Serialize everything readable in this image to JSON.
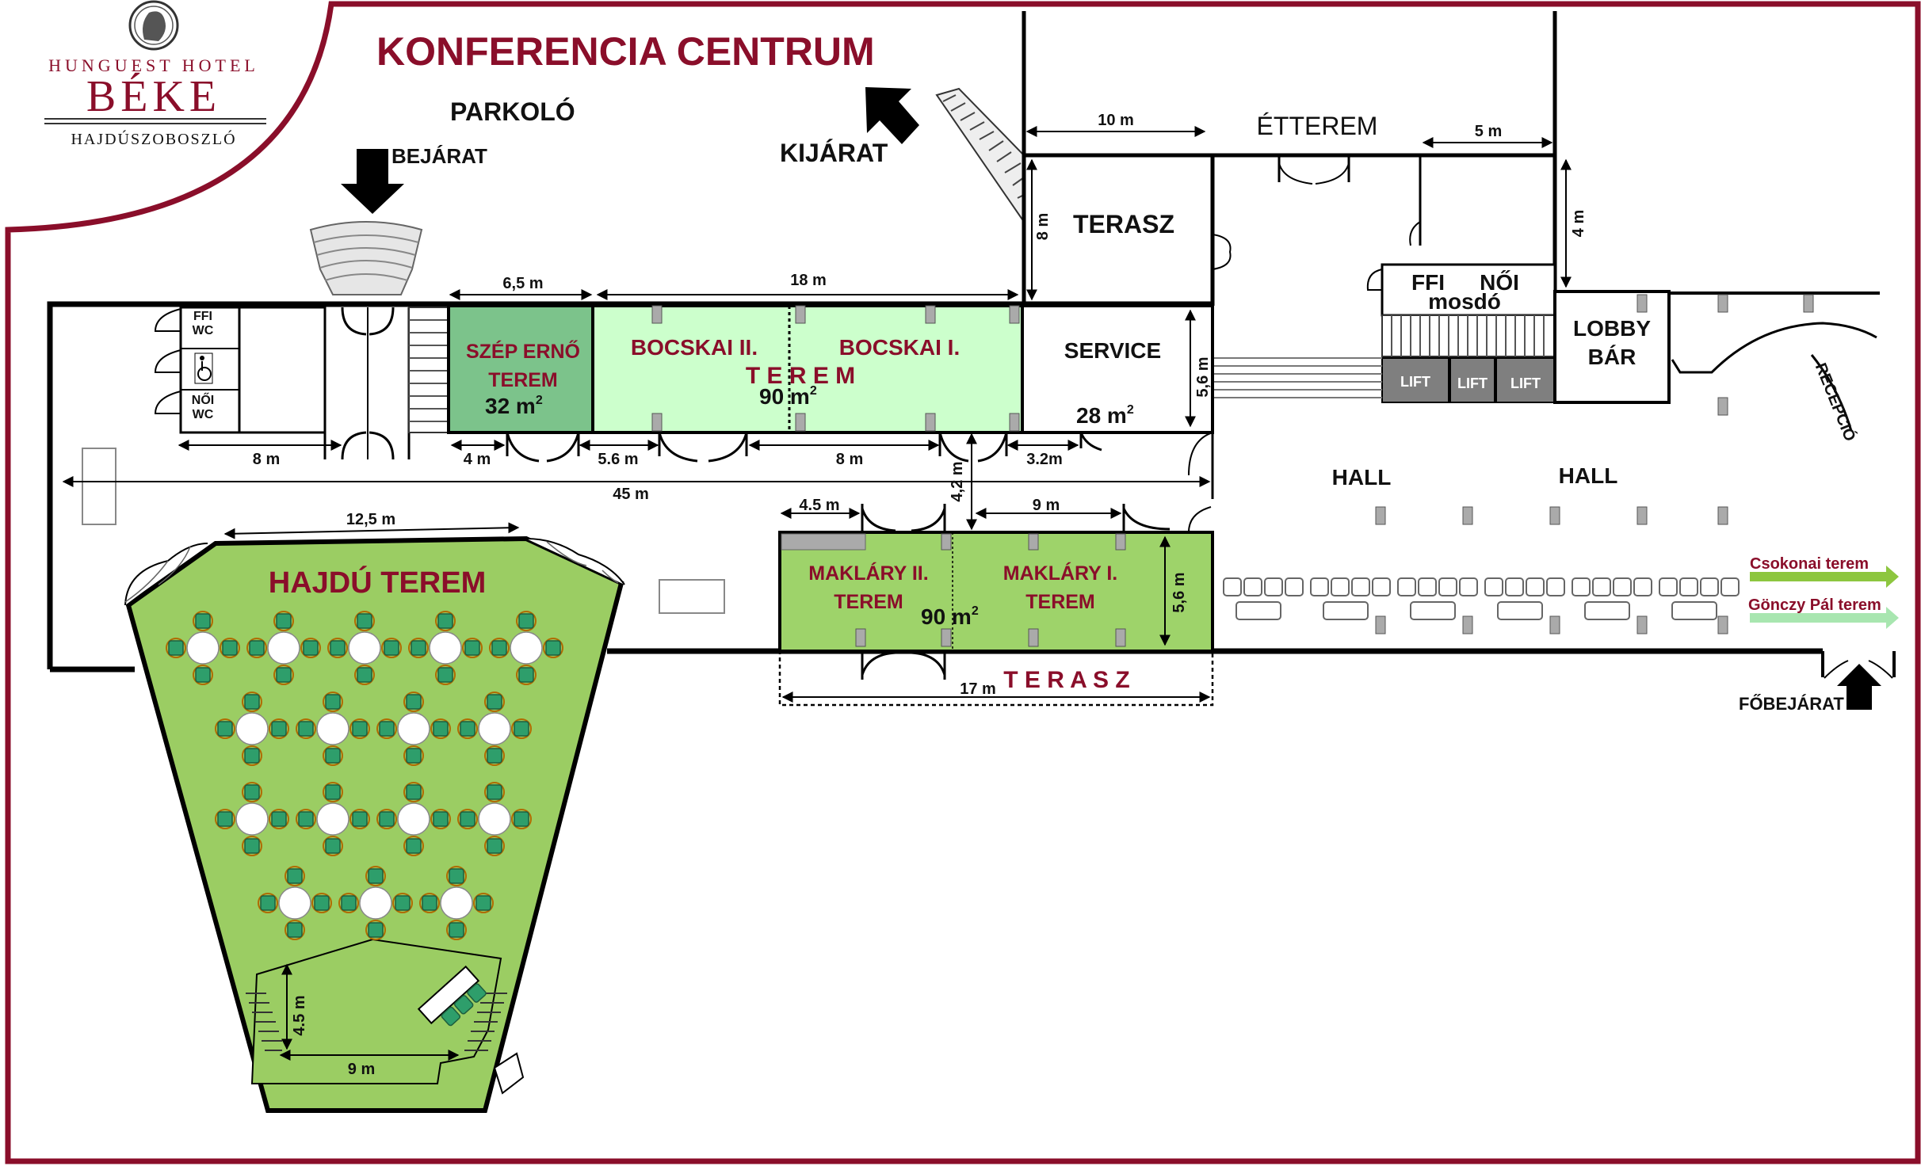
{
  "logo": {
    "brand_top": "HUNGUEST HOTEL",
    "brand_main": "BÉKE",
    "brand_city": "HAJDÚSZOBOSZLÓ",
    "emblem_icon": "medallion-head-icon"
  },
  "title": "KONFERENCIA CENTRUM",
  "labels": {
    "parkolo": "PARKOLÓ",
    "bejarat": "BEJÁRAT",
    "kijarat": "KIJÁRAT",
    "etterem": "ÉTTEREM",
    "terasz_top": "TERASZ",
    "terasz_bottom": "T E R A S Z",
    "service": "SERVICE",
    "service_area": "28 m",
    "lobby_1": "LOBBY",
    "lobby_2": "BÁR",
    "recepcio": "RECEPCIÓ",
    "hall_1": "HALL",
    "hall_2": "HALL",
    "fobejarat": "FŐBEJÁRAT",
    "ffi": "FFI",
    "noi": "NŐI",
    "mosdo": "mosdó",
    "lift": "LIFT",
    "wc_ffi_1": "FFI",
    "wc_ffi_2": "WC",
    "wc_noi_1": "NŐI",
    "wc_noi_2": "WC",
    "wheelchair_icon": "wheelchair-icon"
  },
  "rooms": {
    "szep_erno_1": "SZÉP ERNŐ",
    "szep_erno_2": "TEREM",
    "szep_erno_area": "32 m",
    "bocskai_2": "BOCSKAI II.",
    "bocskai_1": "BOCSKAI I.",
    "bocskai_terem": "T E R E M",
    "bocskai_area": "90  m",
    "maklary_2_1": "MAKLÁRY II.",
    "maklary_2_2": "TEREM",
    "maklary_1_1": "MAKLÁRY I.",
    "maklary_1_2": "TEREM",
    "maklary_area": "90  m",
    "hajdu": "HAJDÚ TEREM"
  },
  "dimensions": {
    "d_10m": "10 m",
    "d_5m": "5 m",
    "d_8m_vert": "8 m",
    "d_4m_vert": "4 m",
    "d_6_5m": "6,5 m",
    "d_18m": "18 m",
    "d_5_6m_service": "5,6 m",
    "d_8m_wc": "8 m",
    "d_4m": "4 m",
    "d_5_6m": "5.6 m",
    "d_8m_boc": "8 m",
    "d_3_2m": "3.2m",
    "d_45m": "45 m",
    "d_4_2m": "4,2 m",
    "d_4_5m": "4.5 m",
    "d_9m_mak": "9 m",
    "d_5_6m_mak": "5,6 m",
    "d_17m": "17 m",
    "d_12_5m": "12,5 m",
    "d_4_5m_stage": "4.5 m",
    "d_9m_stage": "9 m",
    "sup2": "2"
  },
  "legend": [
    {
      "label": "Csokonai terem",
      "color": "#8dc63f",
      "text_color": "#8a0e2a"
    },
    {
      "label": "Gönczy Pál terem",
      "color": "#a8e6b0",
      "text_color": "#8a0e2a"
    }
  ],
  "colors": {
    "brand_red": "#8a0e2a",
    "szep_erno_fill": "#7cc38b",
    "bocskai_fill": "#ccffcc",
    "maklary_fill": "#9ed36a",
    "hajdu_fill": "#9bcd63",
    "chair_green": "#2e9e6b",
    "lift_gray": "#7f7f7f"
  }
}
